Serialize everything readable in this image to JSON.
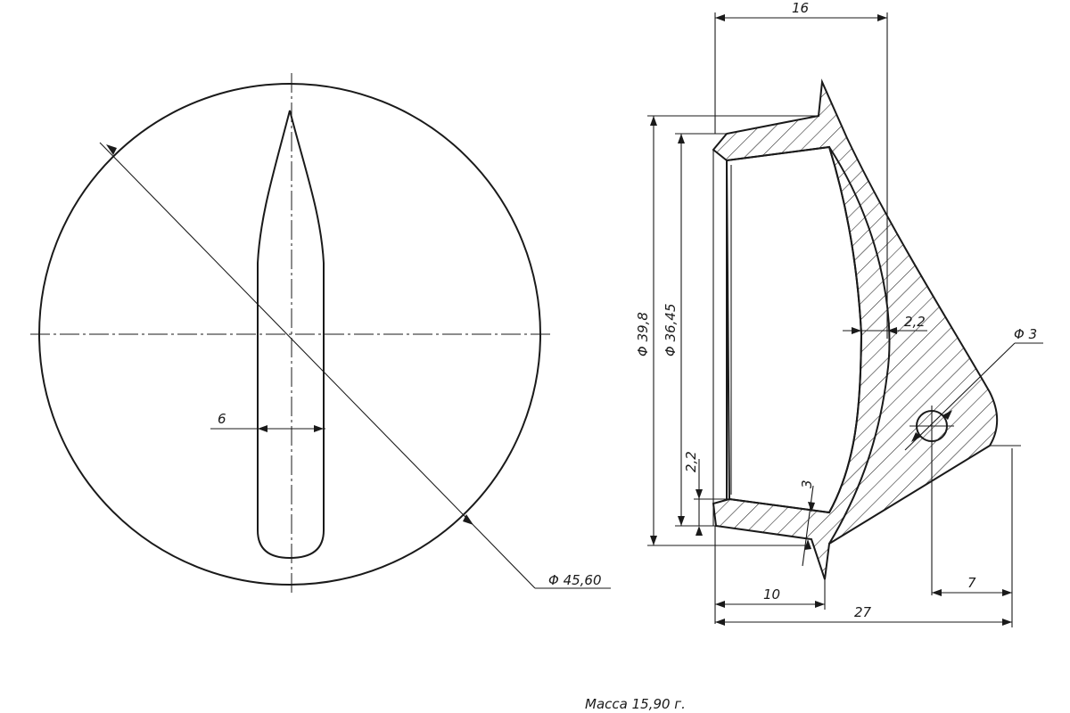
{
  "front_view": {
    "dim_width": "6",
    "dim_diameter": "Φ 45,60"
  },
  "section_view": {
    "dim_top": "16",
    "dim_outer_diameter": "Φ 39,8",
    "dim_inner_diameter": "Φ 36,45",
    "dim_wall_right": "2,2",
    "dim_hole": "Φ 3",
    "dim_wall_left": "2,2",
    "dim_thickness": "3",
    "dim_depth": "10",
    "dim_total_length": "27",
    "dim_hole_offset": "7"
  },
  "footer": {
    "mass_label": "Масса 15,90 г."
  }
}
